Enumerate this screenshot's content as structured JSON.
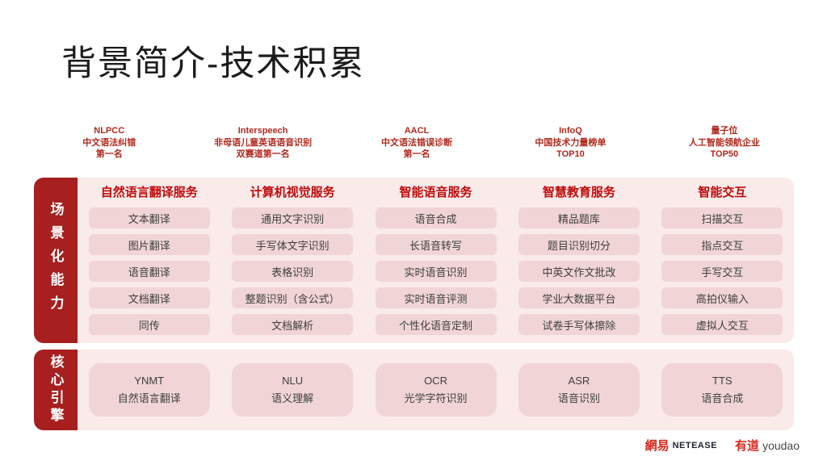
{
  "title": "背景简介-技术积累",
  "awards": [
    {
      "lines": [
        "NLPCC",
        "中文语法纠错",
        "第一名"
      ]
    },
    {
      "lines": [
        "Interspeech",
        "非母语儿童英语语音识别",
        "双赛道第一名"
      ]
    },
    {
      "lines": [
        "AACL",
        "中文语法错误诊断",
        "第一名"
      ]
    },
    {
      "lines": [
        "InfoQ",
        "中国技术力量榜单",
        "TOP10"
      ]
    },
    {
      "lines": [
        "量子位",
        "人工智能领航企业",
        "TOP50"
      ]
    }
  ],
  "scene_section": {
    "label": "场景化能力",
    "columns": [
      {
        "header": "自然语言翻译服务",
        "items": [
          "文本翻译",
          "图片翻译",
          "语音翻译",
          "文档翻译",
          "同传"
        ]
      },
      {
        "header": "计算机视觉服务",
        "items": [
          "通用文字识别",
          "手写体文字识别",
          "表格识别",
          "整题识别（含公式）",
          "文档解析"
        ]
      },
      {
        "header": "智能语音服务",
        "items": [
          "语音合成",
          "长语音转写",
          "实时语音识别",
          "实时语音评测",
          "个性化语音定制"
        ]
      },
      {
        "header": "智慧教育服务",
        "items": [
          "精品题库",
          "题目识别切分",
          "中英文作文批改",
          "学业大数据平台",
          "试卷手写体擦除"
        ]
      },
      {
        "header": "智能交互",
        "items": [
          "扫描交互",
          "指点交互",
          "手写交互",
          "高拍仪输入",
          "虚拟人交互"
        ]
      }
    ]
  },
  "engine_section": {
    "label": "核心引擎",
    "engines": [
      {
        "name": "YNMT",
        "desc": "自然语言翻译"
      },
      {
        "name": "NLU",
        "desc": "语义理解"
      },
      {
        "name": "OCR",
        "desc": "光学字符识别"
      },
      {
        "name": "ASR",
        "desc": "语音识别"
      },
      {
        "name": "TTS",
        "desc": "语音合成"
      }
    ]
  },
  "footer": {
    "netease_cn": "網易",
    "netease_en": "NETEASE",
    "youdao_cn": "有道",
    "youdao_en": "youdao"
  },
  "colors": {
    "accent_dark_red": "#a81f1f",
    "award_text_red": "#b3281d",
    "header_red": "#c10a0a",
    "panel_pink": "#faeaea",
    "card_pink": "#f1d5d6",
    "title_black": "#1c1c1c"
  }
}
